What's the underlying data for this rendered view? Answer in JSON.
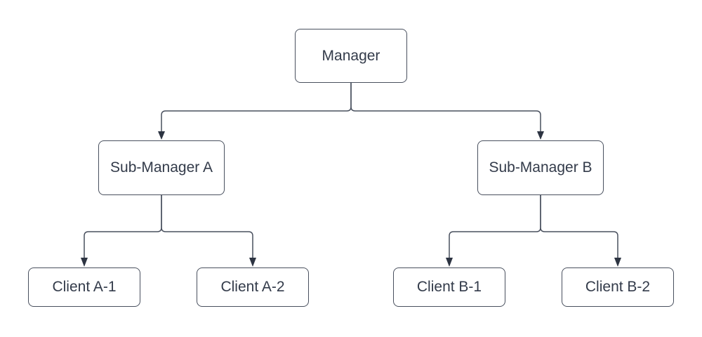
{
  "diagram": {
    "type": "org-chart",
    "nodes": [
      {
        "id": "manager",
        "label": "Manager"
      },
      {
        "id": "sub-manager-a",
        "label": "Sub-Manager A"
      },
      {
        "id": "sub-manager-b",
        "label": "Sub-Manager B"
      },
      {
        "id": "client-a1",
        "label": "Client A-1"
      },
      {
        "id": "client-a2",
        "label": "Client A-2"
      },
      {
        "id": "client-b1",
        "label": "Client B-1"
      },
      {
        "id": "client-b2",
        "label": "Client B-2"
      }
    ],
    "edges": [
      {
        "from": "Manager",
        "to": "Sub-Manager A"
      },
      {
        "from": "Manager",
        "to": "Sub-Manager B"
      },
      {
        "from": "Sub-Manager A",
        "to": "Client A-1"
      },
      {
        "from": "Sub-Manager A",
        "to": "Client A-2"
      },
      {
        "from": "Sub-Manager B",
        "to": "Client B-1"
      },
      {
        "from": "Sub-Manager B",
        "to": "Client B-2"
      }
    ],
    "colors": {
      "background": "#ffffff",
      "node_fill": "#ffffff",
      "node_border": "#49505e",
      "connector": "#49505e",
      "arrowhead": "#2d3442",
      "text": "#333b4a"
    }
  }
}
